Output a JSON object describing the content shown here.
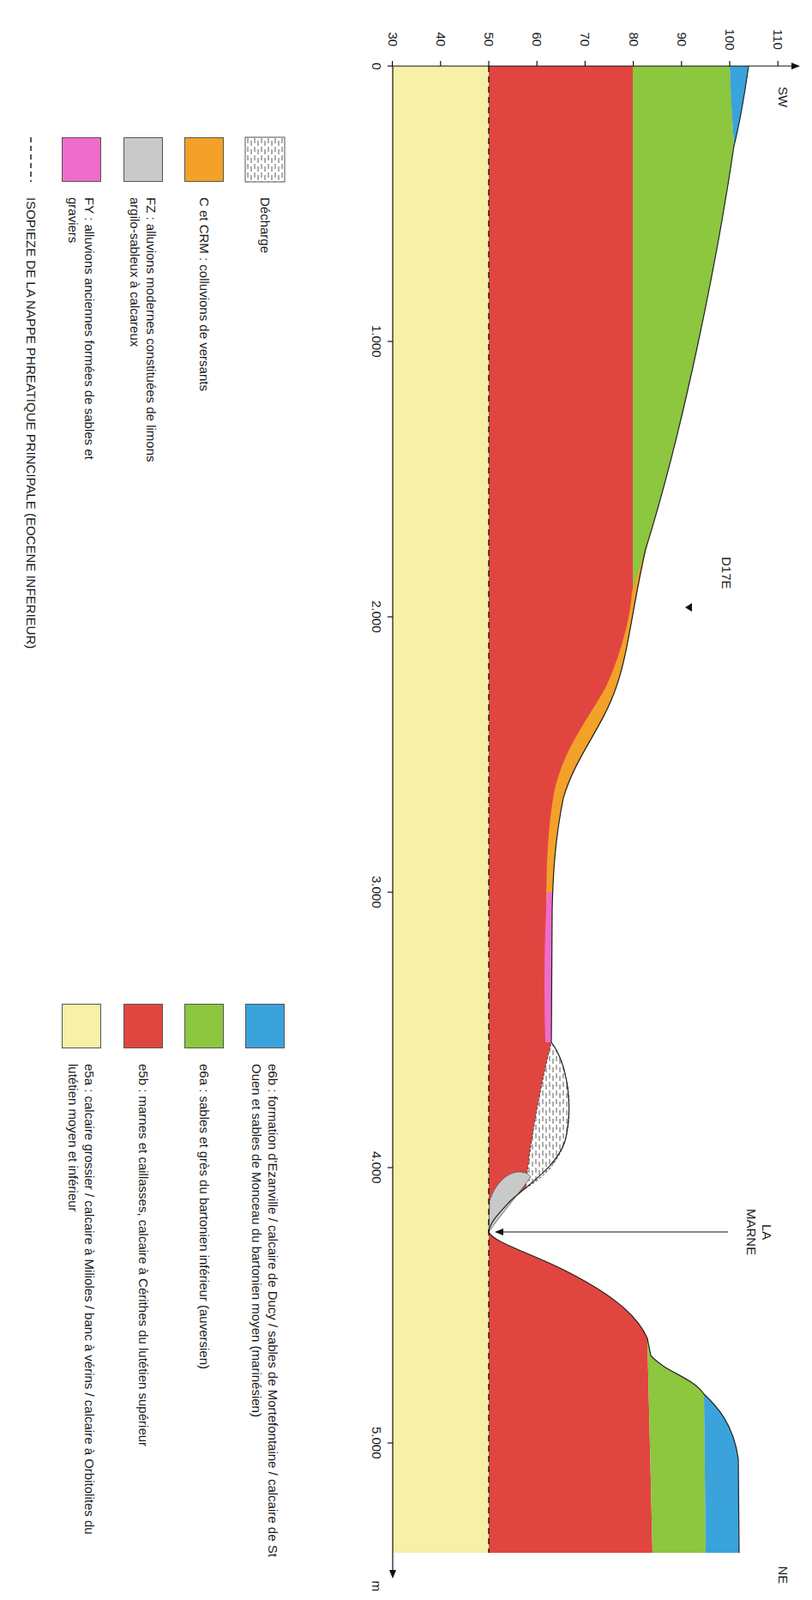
{
  "diagram": {
    "labels": [
      "SW",
      "110",
      "100",
      "90",
      "80",
      "70",
      "60",
      "50",
      "40",
      "30",
      "0",
      "1.000",
      "2.000",
      "3.000",
      "4.000",
      "5.000",
      "m",
      "D17E",
      "LA MARNE",
      "NE"
    ],
    "legend": [
      {
        "text": "Décharge"
      },
      {
        "text": "C et CRM : colluvions de versants",
        "color": "#f3a128"
      },
      {
        "text": "FZ : alluvions modernes constituées de limons argilo-sableux à calcareux",
        "color": "#c9c9c9"
      },
      {
        "text": "FY : alluvions anciennes formées de sables et graviers",
        "color": "#f06ccb"
      },
      {
        "text": "ISOPIEZE DE LA NAPPE PHREATIQUE PRINCIPALE (EOCENE INFERIEUR)"
      },
      {
        "text": "e6b : formation d'Ezanville / calcaire de Ducy / sables de Mortefontaine / calcaire de St Ouen et sables de Monceau du bartonien moyen (marinésien)",
        "color": "#3ba3dc"
      },
      {
        "text": "e6a : sables et grès du bartonien inférieur (auversien)",
        "color": "#8dc63f"
      },
      {
        "text": "e5b : marnes et caillasses, calcaire à Cérithes du lutétien supérieur",
        "color": "#e0463f"
      },
      {
        "text": "e5a : calcaire grossier / calcaire à Milioles / banc à vérins / calcaire à Orbitolites du lutétien moyen et inférieur",
        "color": "#f6f0a8"
      }
    ]
  }
}
